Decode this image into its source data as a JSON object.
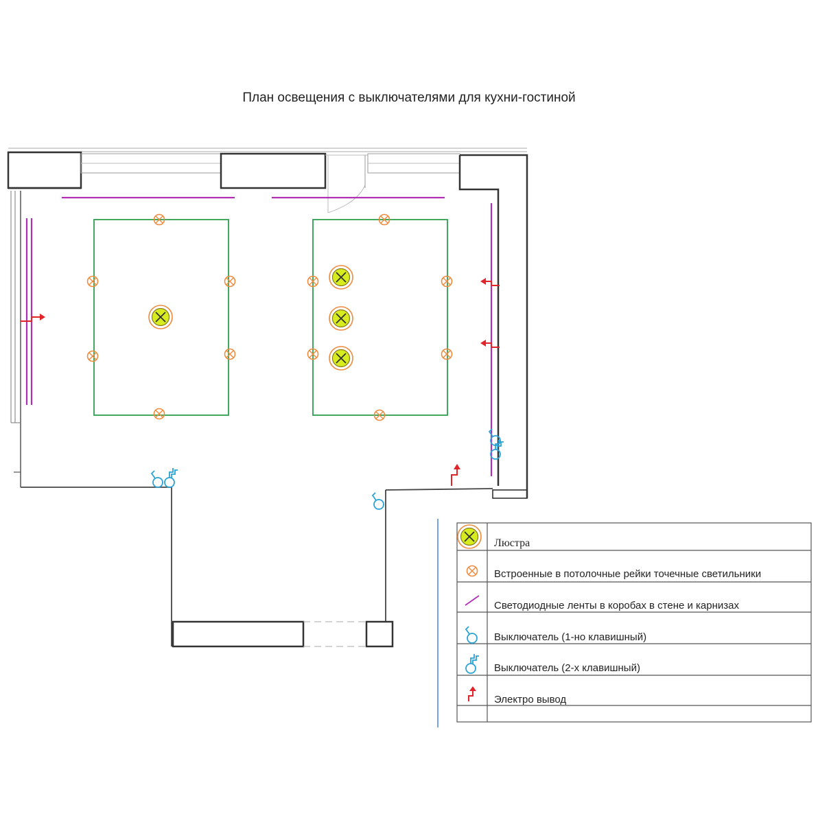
{
  "title": "План освещения с выключателями для кухни-гостиной",
  "legend": {
    "chandelier": "Люстра",
    "spotlight": "Встроенные в потолочные рейки точечные светильники",
    "led_strip": "Светодиодные ленты в коробах в стене и карнизах",
    "switch_single": "Выключатель (1-но клавишный)",
    "switch_double": "Выключатель (2-х клавишный)",
    "outlet": "Электро вывод"
  },
  "colors": {
    "walls": "#333333",
    "ceiling_frame": "#2e9e4f",
    "led_strip": "#b02fb5",
    "spotlight": "#f08a3c",
    "chandelier_fill": "#d6ec1e",
    "switch": "#2aa3d6",
    "outlet": "#e0242a"
  },
  "icons": {
    "chandelier": "chandelier-icon",
    "spotlight": "spotlight-icon",
    "led_strip": "led-strip-icon",
    "switch_single": "single-switch-icon",
    "switch_double": "double-switch-icon",
    "outlet": "electrical-outlet-icon"
  }
}
